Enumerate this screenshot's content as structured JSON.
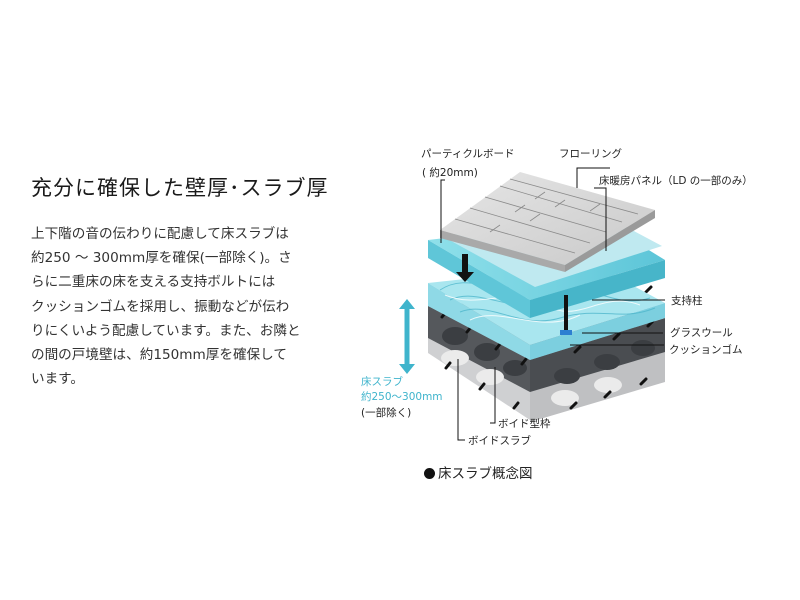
{
  "heading": "充分に確保した壁厚･スラブ厚",
  "body_lines": [
    "上下階の音の伝わりに配慮して床スラブは",
    "約250 ～ 300mm厚を確保(一部除く)。さ",
    "らに二重床の床を支える支持ボルトには",
    "クッションゴムを採用し、振動などが伝わ",
    "りにくいよう配慮しています。また、お隣と",
    "の間の戸境壁は、約150mm厚を確保して",
    "います。"
  ],
  "diagram": {
    "labels": {
      "particle_board": "パーティクルボード",
      "particle_board_sub": "( 約20mm)",
      "flooring": "フローリング",
      "floor_heating": "床暖房パネル（LD の一部のみ）",
      "support_post": "支持柱",
      "glass_wool": "グラスウール",
      "cushion_rubber": "クッションゴム",
      "void_frame": "ボイド型枠",
      "void_slab": "ボイドスラブ",
      "slab_title": "床スラブ",
      "slab_thickness": "約250～300mm",
      "slab_note": "(一部除く)"
    },
    "caption": "床スラブ概念図",
    "colors": {
      "accent": "#3fb4cc",
      "board_cyan": "#7fd6e3",
      "flooring": "#d3d3d3",
      "slab_dark": "#55585c",
      "slab_light": "#d9d9d9"
    }
  }
}
